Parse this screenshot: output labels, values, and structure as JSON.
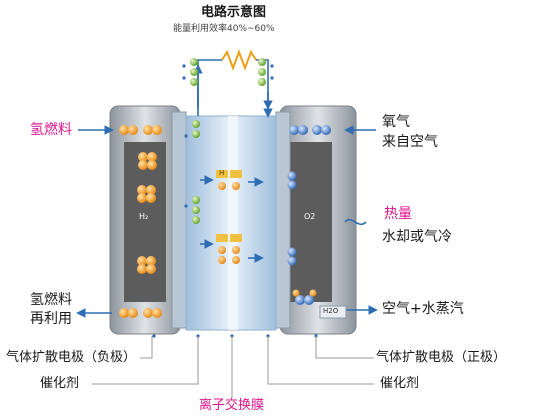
{
  "title": "电路示意图",
  "subtitle": "能量利用效率40%~60%",
  "labels": {
    "hydrogen_fuel": "氢燃料",
    "oxygen": "氧气",
    "from_air": "来自空气",
    "heat": "热量",
    "cooling": "水却或气冷",
    "hydrogen_reuse_1": "氢燃料",
    "hydrogen_reuse_2": "再利用",
    "air_vapor": "空气+水蒸汽",
    "anode": "气体扩散电极（负极）",
    "cathode": "气体扩散电极（正极）",
    "catalyst_left": "催化剂",
    "catalyst_right": "催化剂",
    "membrane": "离子交换膜",
    "h2_chamber": "H₂",
    "o2_chamber": "O2",
    "h2o_chamber": "H2O",
    "ion_h": "H"
  },
  "colors": {
    "magenta": "#e0168f",
    "arrow_blue": "#2f6db3",
    "electrode": "#a9b0b8",
    "chamber": "#5e5e5e",
    "membrane": "#c6d8ea",
    "h2_orange": "#f39a1e",
    "green_electron": "#7fbf3b",
    "o2_blue": "#3a79c9"
  }
}
